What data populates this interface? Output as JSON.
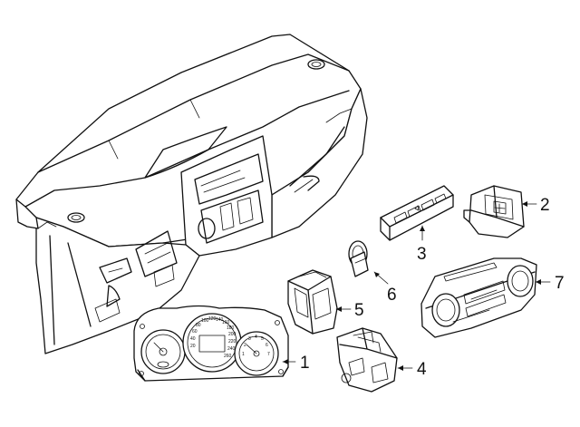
{
  "callouts": [
    {
      "id": "1",
      "label": "1"
    },
    {
      "id": "2",
      "label": "2"
    },
    {
      "id": "3",
      "label": "3"
    },
    {
      "id": "4",
      "label": "4"
    },
    {
      "id": "5",
      "label": "5"
    },
    {
      "id": "6",
      "label": "6"
    },
    {
      "id": "7",
      "label": "7"
    }
  ],
  "speedometer_ticks": [
    "20",
    "40",
    "60",
    "80",
    "100",
    "120",
    "140",
    "160",
    "180",
    "200",
    "220",
    "240",
    "260"
  ],
  "gauge_numbers": [
    "1",
    "2",
    "3",
    "4",
    "5",
    "6",
    "7"
  ]
}
